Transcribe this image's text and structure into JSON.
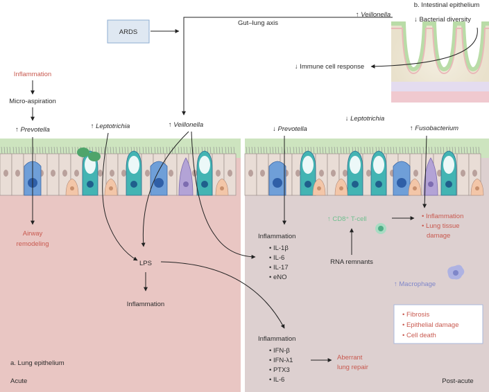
{
  "panels": {
    "a_title": "a. Lung epithelium",
    "b_title": "b. Intestinal epithelium",
    "acute": "Acute",
    "post_acute": "Post-acute"
  },
  "gut_lung": {
    "ards": "ARDS",
    "axis_label": "Gut–lung axis",
    "veillonella_up": "↑ Veillonella",
    "diversity_down": "↓ Bacterial diversity",
    "immune_down": "↓ Immune cell response"
  },
  "acute": {
    "inflammation_top": "Inflammation",
    "micro_aspiration": "Micro-aspiration",
    "prevotella_up": "↑ Prevotella",
    "leptotrichia_up": "↑ Leptotrichia",
    "veillonella_up": "↑ Veillonella",
    "airway_remodeling_1": "Airway",
    "airway_remodeling_2": "remodeling",
    "lps": "LPS",
    "inflammation_bottom": "Inflammation"
  },
  "postacute": {
    "prevotella_down": "↓ Prevotella",
    "leptotrichia_down": "↓ Leptotrichia",
    "fusobacterium_up": "↑ Fusobacterium",
    "inflammation1_title": "Inflammation",
    "inflammation1_items": [
      "• IL-1β",
      "• IL-6",
      "• IL-17",
      "• eNO"
    ],
    "cd8": "↑ CD8⁺ T-cell",
    "rna_remnants": "RNA remnants",
    "outcome_1": "• Inflammation",
    "outcome_2": "• Lung tissue",
    "outcome_2b": "damage",
    "macrophage": "↑ Macrophage",
    "box_items": [
      "• Fibrosis",
      "• Epithelial damage",
      "• Cell death"
    ],
    "inflammation2_title": "Inflammation",
    "inflammation2_items": [
      "• IFN-β",
      "• IFN-λ1",
      "• PTX3",
      "• IL-6"
    ],
    "aberrant_1": "Aberrant",
    "aberrant_2": "lung repair"
  },
  "colors": {
    "acute_bg": "#e9c6c3",
    "postacute_bg": "#ddd0d0",
    "epithelium_green": "#cde4bf",
    "highlight_red": "#c8594f",
    "tcell_green": "#6fbf8f",
    "macrophage_blue": "#7f86c9"
  }
}
